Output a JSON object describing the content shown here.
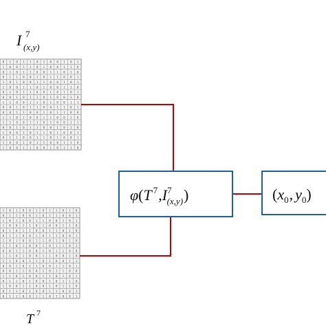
{
  "top_grid": {
    "label": {
      "base": "I",
      "sup": "7",
      "sub": "(x,y)"
    },
    "rows": 18,
    "cols": 12,
    "digits": "0101101001011001101001100101100110100110010110011010011001011001101001100101100101010"
  },
  "bottom_grid": {
    "label": {
      "base": "T",
      "sup": "7"
    },
    "rows": 18,
    "cols": 12,
    "digits": "1010010110100110010110011010011001011001101001100101100110100110010110011010011010101"
  },
  "similarity_box": {
    "func": "φ",
    "open": "(",
    "arg1_base": "T",
    "arg1_sup": "7",
    "comma": ",",
    "arg2_base": "I",
    "arg2_sup": "7",
    "arg2_sub": "(x,y)",
    "close": ")"
  },
  "output_box": {
    "open": "(",
    "x": "x",
    "x_sub": "0",
    "comma": ",",
    "y": "y",
    "y_sub": "0",
    "close": ")"
  },
  "colors": {
    "connector": "#c00000",
    "box_border": "#1f5fa0"
  }
}
